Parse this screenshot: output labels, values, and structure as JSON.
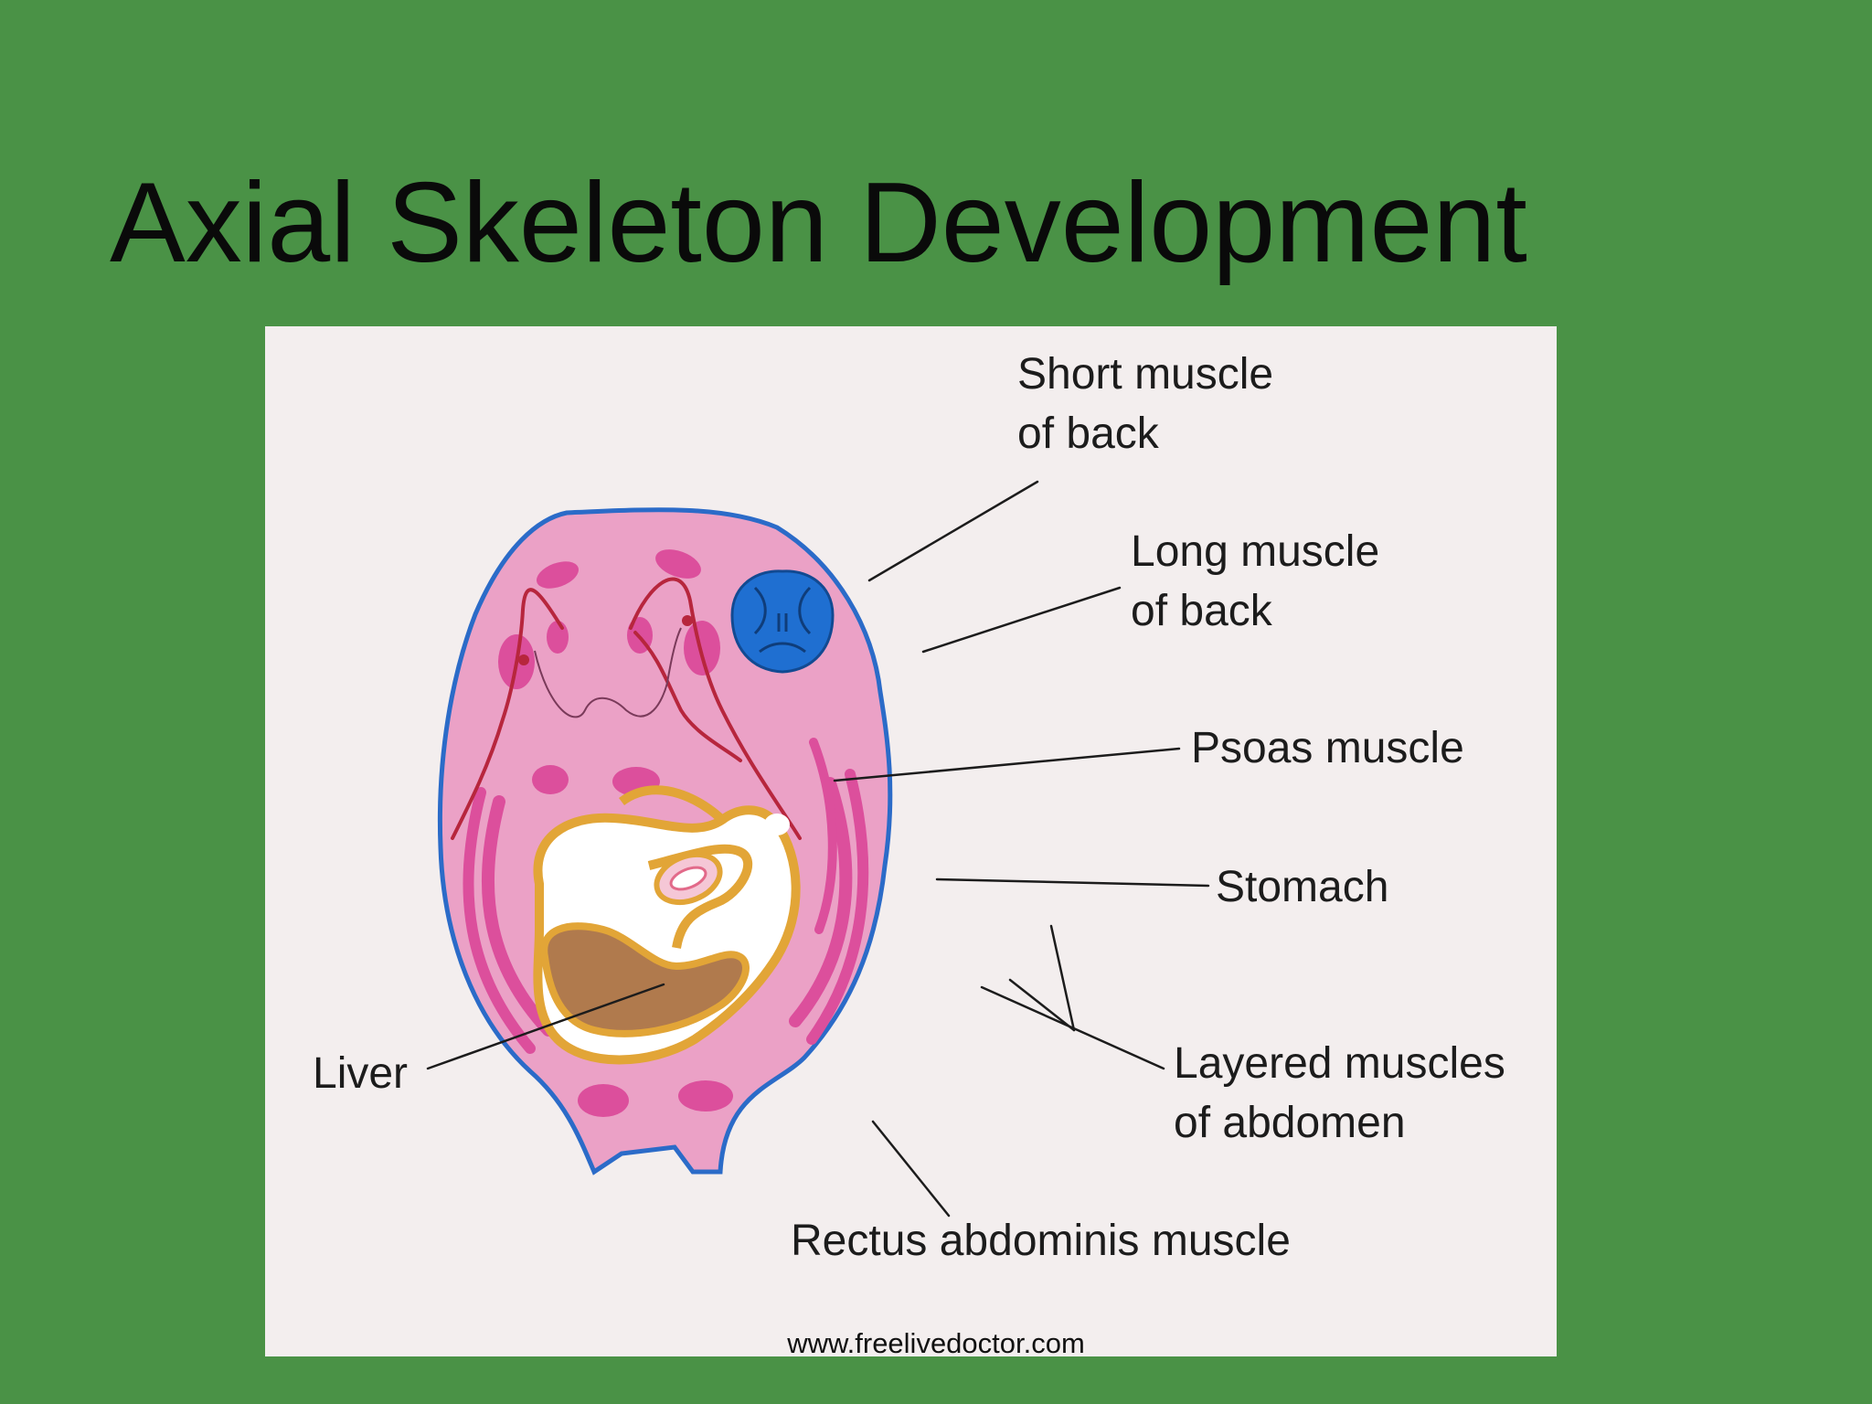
{
  "slide": {
    "title": "Axial Skeleton Development",
    "footer": "www.freelivedoctor.com"
  },
  "figure": {
    "labels": {
      "short_muscle": [
        "Short muscle",
        "of back"
      ],
      "long_muscle": [
        "Long muscle",
        "of back"
      ],
      "psoas": "Psoas muscle",
      "stomach": "Stomach",
      "liver": "Liver",
      "layered": [
        "Layered muscles",
        "of abdomen"
      ],
      "rectus": "Rectus abdominis muscle"
    }
  },
  "colors": {
    "slide_background": "#4a9246",
    "figure_background": "#f3eeee",
    "body_wall": "#eba1c6",
    "muscle": "#dc4f9c",
    "outline": "#2b6bc8",
    "vertebra": "#1f6fd1",
    "gut_wall": "#e2a537",
    "liver": "#b07a4d"
  }
}
